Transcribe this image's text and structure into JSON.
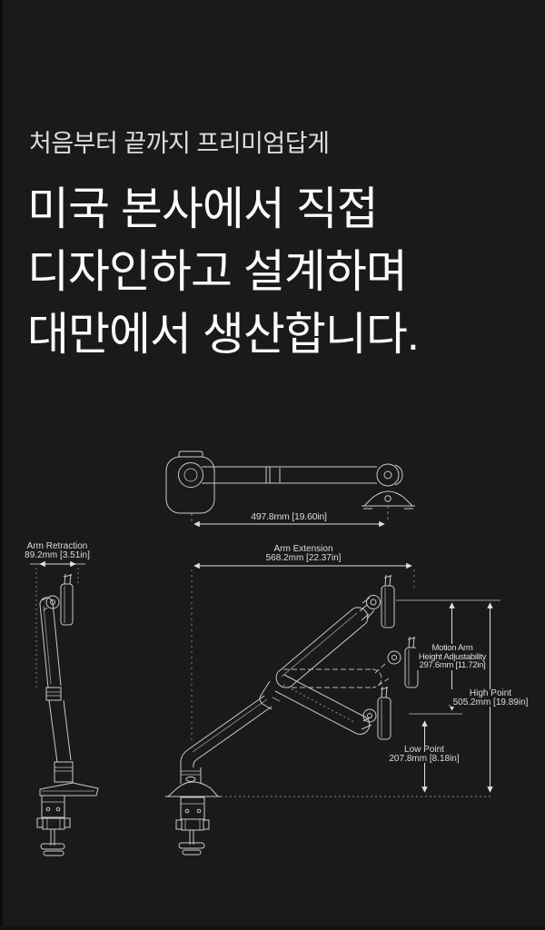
{
  "page": {
    "background": "#1a1a1a",
    "line_color": "#c9c9c9",
    "dimension_color": "#e0e0e0",
    "text_color": "#dcdcdc"
  },
  "header": {
    "subtitle": "처음부터 끝까지 프리미엄답게",
    "title_lines": [
      "미국 본사에서 직접",
      "디자인하고 설계하며",
      "대만에서 생산합니다."
    ]
  },
  "diagram": {
    "top_view": {
      "dimension": "497.8mm [19.60in]"
    },
    "arm_retraction": {
      "label": "Arm Retraction",
      "value": "89.2mm [3.51in]"
    },
    "arm_extension": {
      "label": "Arm Extension",
      "value": "568.2mm [22.37in]"
    },
    "motion_arm": {
      "label_line1": "Motion Arm",
      "label_line2": "Height Adjustability",
      "value": "297.6mm [11.72in]"
    },
    "high_point": {
      "label": "High Point",
      "value": "505.2mm [19.89in]"
    },
    "low_point": {
      "label": "Low Point",
      "value": "207.8mm [8.18in]"
    }
  }
}
